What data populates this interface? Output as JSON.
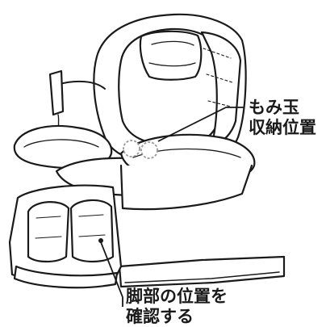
{
  "diagram": {
    "callouts": {
      "kneading_balls": {
        "line1": "もみ玉",
        "line2": "収納位置"
      },
      "leg_section": {
        "line1": "脚部の位置を",
        "line2": "確認する"
      }
    },
    "colors": {
      "line": "#1a1a1a",
      "shade": "#9a9a9a",
      "background": "#ffffff"
    }
  }
}
